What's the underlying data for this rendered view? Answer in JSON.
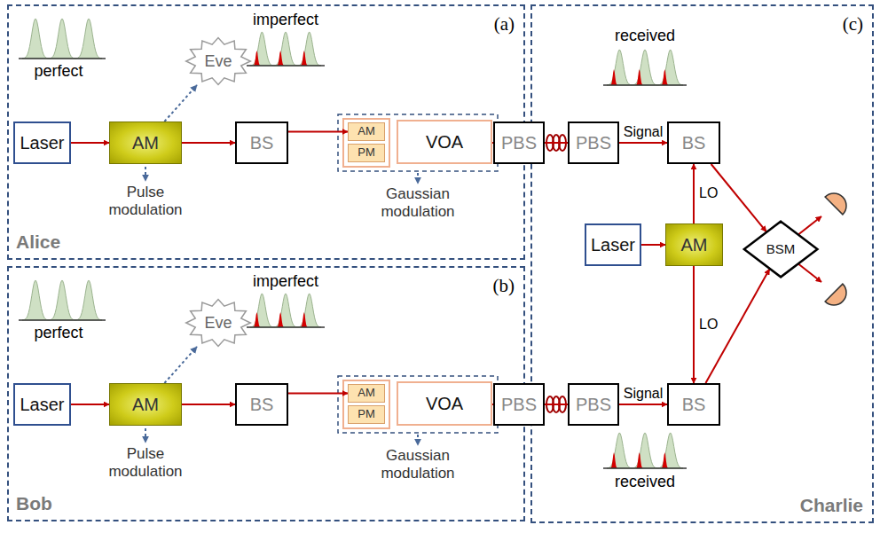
{
  "diagram": {
    "nodes": [
      {
        "text": [
          "(a)",
          "Alice"
        ]
      },
      {
        "text": [
          "Eve"
        ],
        "in": 0
      },
      {
        "text": [
          "Laser"
        ],
        "in": 0
      },
      {
        "text": [
          "AM"
        ],
        "in": 0
      },
      {
        "text": [
          "BS"
        ],
        "in": 0
      },
      {
        "text": [
          "AM"
        ],
        "in": 0
      },
      {
        "text": [
          "PM"
        ],
        "in": 0
      },
      {
        "text": [
          "VOA"
        ],
        "in": 0
      },
      {
        "text": [
          "PBS"
        ],
        "in": 0
      },
      {
        "text": [
          "(b)",
          "Bob"
        ]
      },
      {
        "text": [
          "Eve"
        ],
        "in": 9
      },
      {
        "text": [
          "Laser"
        ],
        "in": 9
      },
      {
        "text": [
          "AM"
        ],
        "in": 9
      },
      {
        "text": [
          "BS"
        ],
        "in": 9
      },
      {
        "text": [
          "AM"
        ],
        "in": 9
      },
      {
        "text": [
          "PM"
        ],
        "in": 9
      },
      {
        "text": [
          "VOA"
        ],
        "in": 9
      },
      {
        "text": [
          "PBS"
        ],
        "in": 9
      },
      {
        "text": [
          "(c)",
          "Charlie"
        ]
      },
      {
        "text": [
          "PBS"
        ],
        "in": 18
      },
      {
        "text": [
          "BS"
        ],
        "in": 18
      },
      {
        "text": [
          "Laser"
        ],
        "in": 18
      },
      {
        "text": [
          "AM"
        ],
        "in": 18
      },
      {
        "text": [
          "BSM"
        ],
        "in": 18
      },
      {
        "text": [
          "PBS"
        ],
        "in": 18
      },
      {
        "text": [
          "BS"
        ],
        "in": 18
      }
    ],
    "edges": [
      {
        "from": 2,
        "to": 3,
        "arrow": "to"
      },
      {
        "from": 3,
        "to": 4,
        "arrow": "to"
      },
      {
        "from": 3,
        "to": 1,
        "arrow": "to"
      },
      {
        "from": 4,
        "to": 5,
        "arrow": "to"
      },
      {
        "from": 7,
        "to": 8,
        "arrow": "to"
      },
      {
        "from": 8,
        "to": 19,
        "arrow": "none"
      },
      {
        "from": 11,
        "to": 12,
        "arrow": "to"
      },
      {
        "from": 12,
        "to": 13,
        "arrow": "to"
      },
      {
        "from": 12,
        "to": 10,
        "arrow": "to"
      },
      {
        "from": 13,
        "to": 14,
        "arrow": "to"
      },
      {
        "from": 16,
        "to": 17,
        "arrow": "to"
      },
      {
        "from": 17,
        "to": 24,
        "arrow": "none"
      },
      {
        "from": 19,
        "to": 20,
        "label": "Signal",
        "arrow": "to"
      },
      {
        "from": 21,
        "to": 22,
        "arrow": "to"
      },
      {
        "from": 22,
        "to": 20,
        "label": "LO",
        "arrow": "to"
      },
      {
        "from": 22,
        "to": 25,
        "label": "LO",
        "arrow": "to"
      },
      {
        "from": 24,
        "to": 25,
        "label": "Signal",
        "arrow": "to"
      },
      {
        "from": 20,
        "to": 23,
        "arrow": "to"
      },
      {
        "from": 25,
        "to": 23,
        "arrow": "to"
      }
    ],
    "labels": [
      "perfect",
      "imperfect",
      "Pulse modulation",
      "Gaussian modulation",
      "perfect",
      "imperfect",
      "Pulse modulation",
      "Gaussian modulation",
      "received",
      "received"
    ]
  }
}
